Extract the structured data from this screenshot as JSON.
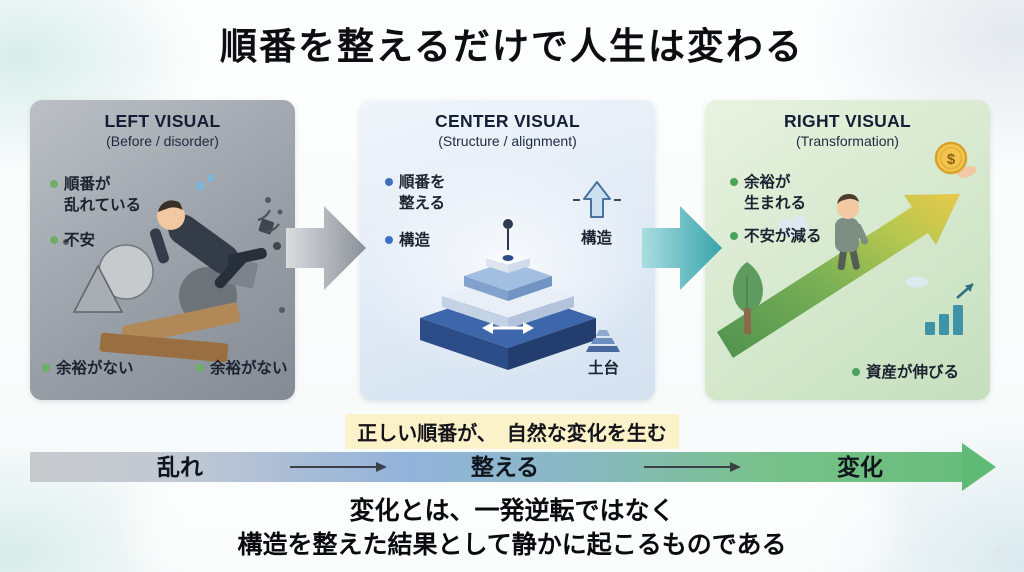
{
  "title": "順番を整えるだけで人生は変わる",
  "panels": {
    "left": {
      "heading": "LEFT VISUAL",
      "subheading": "(Before / disorder)",
      "label1_line1": "順番が",
      "label1_line2": "乱れている",
      "label2": "不安",
      "label3": "余裕がない",
      "label4": "余裕がない"
    },
    "center": {
      "heading": "CENTER VISUAL",
      "subheading": "(Structure / alignment)",
      "label1_line1": "順番を",
      "label1_line2": "整える",
      "label2": "構造",
      "label3": "構造",
      "label4": "土台"
    },
    "right": {
      "heading": "RIGHT VISUAL",
      "subheading": "(Transformation)",
      "label1_line1": "余裕が",
      "label1_line2": "生まれる",
      "label2": "不安が減る",
      "label3": "資産が伸びる",
      "coin_symbol": "$"
    }
  },
  "highlight_text": "正しい順番が、　自然な変化を生む",
  "flow": {
    "stage1": "乱れ",
    "stage2": "整える",
    "stage3": "変化"
  },
  "footer": {
    "line1": "変化とは、一発逆転ではなく",
    "line2": "構造を整えた結果として静かに起こるものである"
  },
  "colors": {
    "panel_left_bg": "#9aa0a8",
    "panel_center_bg": "#e3ecf7",
    "panel_right_bg": "#d9ebd1",
    "highlight_bg": "#fbf2c9",
    "flow_gray": "#c7cacd",
    "flow_blue": "#8fb1da",
    "flow_green": "#68bd7c",
    "arrow_teal": "#3aa4ac",
    "bullet_green": "#6fae66",
    "bullet_blue": "#3d6fc2"
  }
}
